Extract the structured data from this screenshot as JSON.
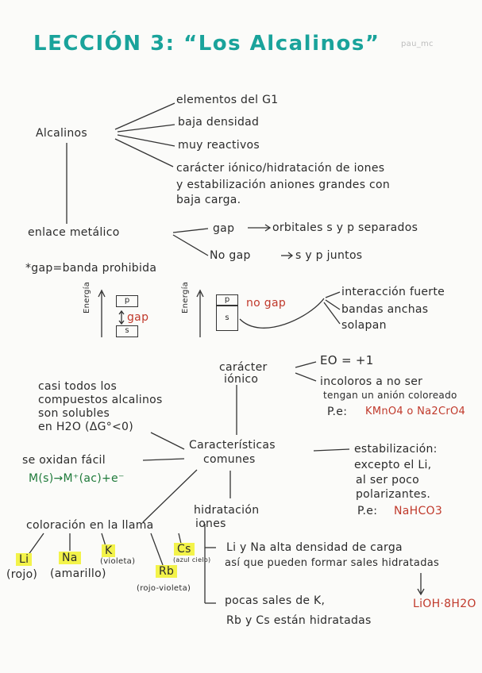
{
  "title": "LECCIÓN 3: “Los Alcalinos”",
  "signature": "pau_mc",
  "alcalinos": "Alcalinos",
  "props": [
    "elementos del G1",
    "baja densidad",
    "muy reactivos"
  ],
  "caracter_ionico": [
    "carácter iónico/hidratación de iones",
    "y estabilización aniones grandes con",
    "baja carga."
  ],
  "enlace": "enlace metálico",
  "gap": "gap",
  "gap_result": "orbitales s y p separados",
  "no_gap": "No gap",
  "no_gap_result": "s y p juntos",
  "gap_def": "*gap=banda prohibida",
  "diagram": {
    "energia": "Energía",
    "p": "p",
    "s": "s",
    "gap": "gap",
    "no_gap": "no gap"
  },
  "interaccion": [
    "interacción fuerte",
    "bandas anchas",
    "solapan"
  ],
  "caracter_ionico_node": [
    "carácter",
    "iónico"
  ],
  "eo": "EO = +1",
  "incoloros": [
    "incoloros a no ser",
    "tengan un anión coloreado"
  ],
  "pe_label": "P.e:",
  "pe_color": "KMnO4 o Na2CrO4",
  "solubles": [
    "casi todos los",
    "compuestos alcalinos",
    "son solubles",
    "en H2O (ΔG°<0)"
  ],
  "caracteristicas": [
    "Características",
    "comunes"
  ],
  "estabilizacion": [
    "estabilización:",
    "excepto el Li,",
    "al ser poco",
    "polarizantes."
  ],
  "pe_nahco3": "NaHCO3",
  "oxidan": "se oxidan fácil",
  "oxidan_eq": "M(s)→M⁺(ac)+e⁻",
  "hidratacion": [
    "hidratación",
    "iones"
  ],
  "coloracion": "coloración en la llama",
  "flames": [
    {
      "el": "Li",
      "color": "(rojo)"
    },
    {
      "el": "Na",
      "color": "(amarillo)"
    },
    {
      "el": "K",
      "color": "(violeta)"
    },
    {
      "el": "Rb",
      "color": "(rojo-violeta)"
    },
    {
      "el": "Cs",
      "color": "(azul cielo)"
    }
  ],
  "li_na": [
    "Li y Na alta densidad de carga",
    "así que pueden formar sales hidratadas"
  ],
  "lioh": "LiOH·8H2O",
  "pocas": [
    "pocas sales de K,",
    "Rb y Cs están hidratadas"
  ]
}
